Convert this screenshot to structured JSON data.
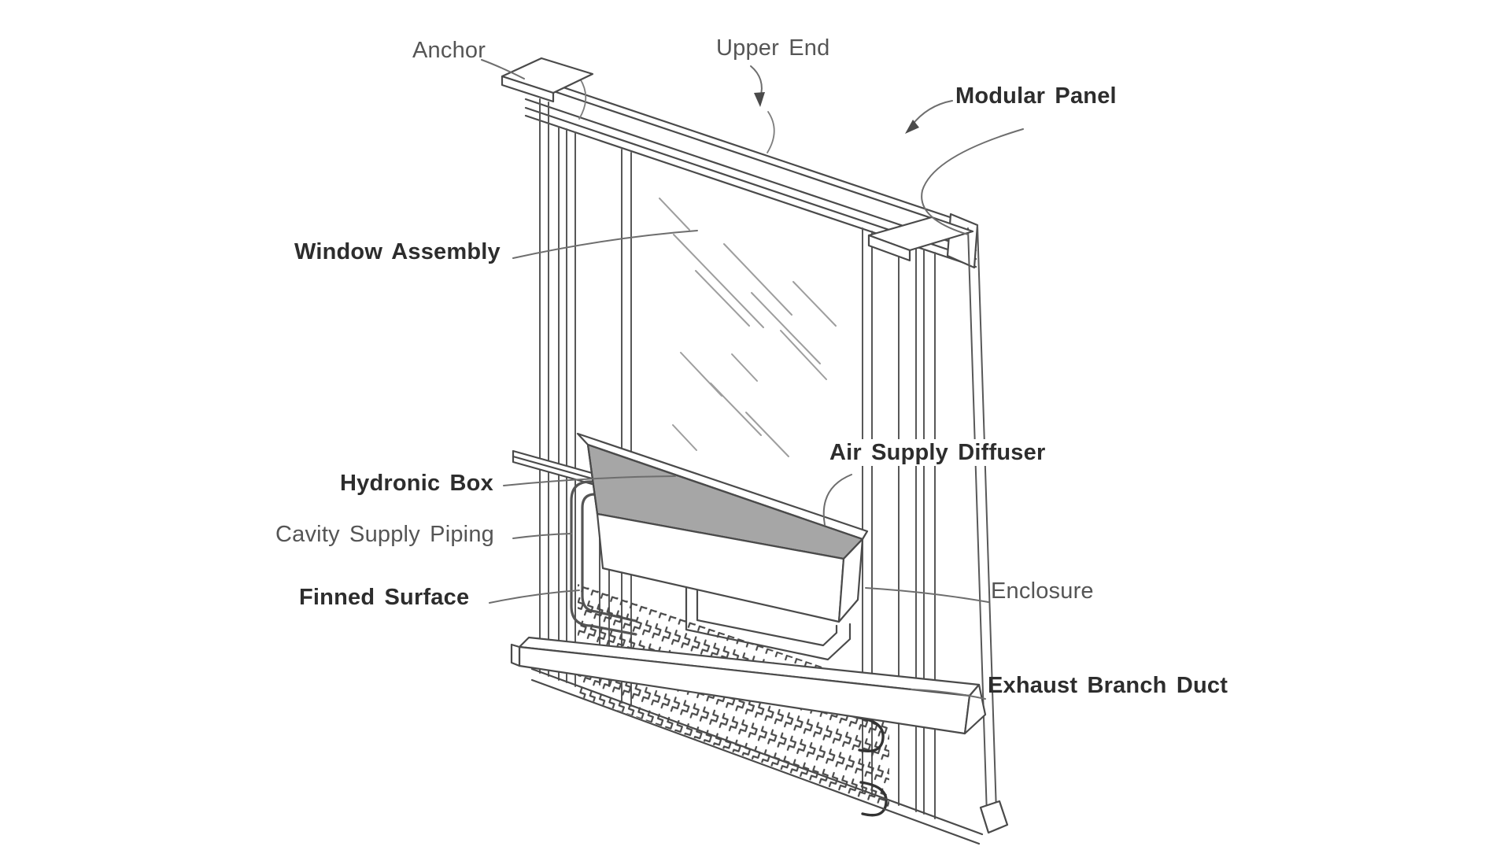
{
  "figure": {
    "kind": "patent-style isometric technical diagram",
    "subject": "Modular facade panel with integrated window and hydronic HVAC components",
    "background_color": "#ffffff",
    "line_color": "#4a4a4a",
    "diffuser_fill_color": "#a6a6a6",
    "fin_color": "#161616",
    "labels": {
      "anchor": {
        "text": "Anchor",
        "style": "regular"
      },
      "upper_end": {
        "text": "Upper End",
        "style": "regular"
      },
      "modular_panel": {
        "text": "Modular Panel",
        "style": "bold"
      },
      "window_assembly": {
        "text": "Window Assembly",
        "style": "bold"
      },
      "air_supply_diffuser": {
        "text": "Air Supply Diffuser",
        "style": "bold"
      },
      "hydronic_box": {
        "text": "Hydronic Box",
        "style": "bold"
      },
      "cavity_supply_piping": {
        "text": "Cavity Supply Piping",
        "style": "regular"
      },
      "finned_surface": {
        "text": "Finned Surface",
        "style": "bold"
      },
      "enclosure": {
        "text": "Enclosure",
        "style": "regular"
      },
      "exhaust_branch_duct": {
        "text": "Exhaust Branch Duct",
        "style": "bold"
      }
    }
  }
}
